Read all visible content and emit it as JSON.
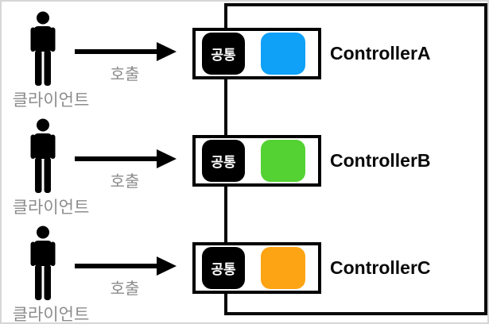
{
  "diagram": {
    "title_semantics": "clients-calling-controllers-with-common-module",
    "boundary": {
      "border_color": "#0a0a0a"
    },
    "colors": {
      "label_gray": "#8c8c8c",
      "chip_black": "#000000",
      "frame_gray": "#d6d6d6",
      "background": "#ffffff"
    },
    "rows": [
      {
        "client": {
          "label": "클라이언트",
          "icon": "person-icon"
        },
        "call": {
          "label": "호출",
          "icon": "arrow-right-icon"
        },
        "controller": {
          "name": "ControllerA",
          "common_label": "공통",
          "accent_color": "#0fa0f8"
        }
      },
      {
        "client": {
          "label": "클라이언트",
          "icon": "person-icon"
        },
        "call": {
          "label": "호출",
          "icon": "arrow-right-icon"
        },
        "controller": {
          "name": "ControllerB",
          "common_label": "공통",
          "accent_color": "#54d233"
        }
      },
      {
        "client": {
          "label": "클라이언트",
          "icon": "person-icon"
        },
        "call": {
          "label": "호출",
          "icon": "arrow-right-icon"
        },
        "controller": {
          "name": "ControllerC",
          "common_label": "공통",
          "accent_color": "#fda415"
        }
      }
    ]
  }
}
